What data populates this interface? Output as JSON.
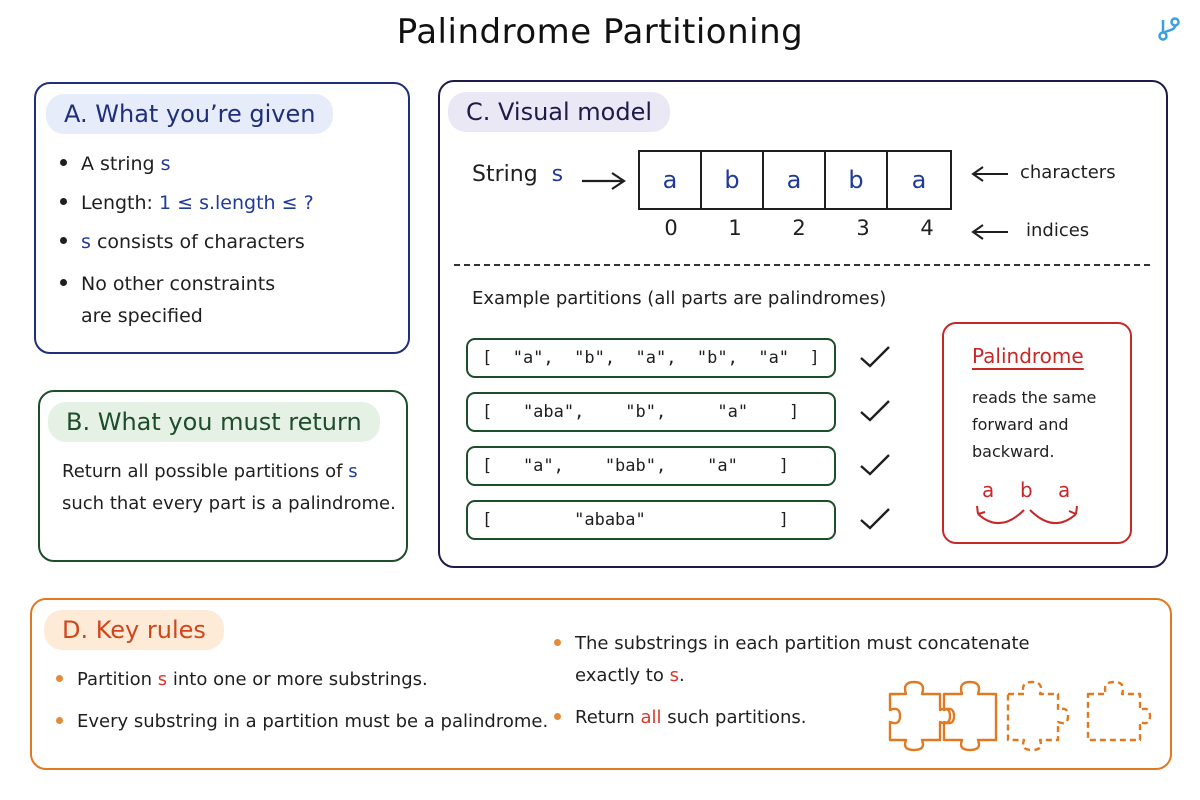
{
  "title": "Palindrome Partitioning",
  "card_a": {
    "heading": "A. What you’re given",
    "bullet1_text": "A string ",
    "bullet1_var": "s",
    "bullet2_text": "Length: ",
    "bullet2_value": "1 ≤ s.length ≤ ?",
    "bullet3_var": "s",
    "bullet3_text": " consists of characters",
    "bullet4_line1": "No other constraints",
    "bullet4_line2": "are specified"
  },
  "card_b": {
    "heading": "B. What you must return",
    "text_before": "Return all possible partitions of ",
    "var": "s",
    "text_after": " such that every part is a palindrome."
  },
  "card_c": {
    "heading": "C. Visual model",
    "string_label": "String",
    "string_var": "s",
    "characters": [
      "a",
      "b",
      "a",
      "b",
      "a"
    ],
    "indices": [
      "0",
      "1",
      "2",
      "3",
      "4"
    ],
    "characters_label": "characters",
    "indices_label": "indices",
    "examples_title": "Example partitions  (all parts are palindromes)",
    "partitions": [
      "[  \"a\",  \"b\",  \"a\",  \"b\",  \"a\"  ]",
      "[   \"aba\",    \"b\",     \"a\"    ]",
      "[   \"a\",    \"bab\",    \"a\"    ]",
      "[        \"ababa\"             ]"
    ],
    "palindrome_box": {
      "title": "Palindrome",
      "description": "reads the same forward and backward.",
      "letters": [
        "a",
        "b",
        "a"
      ]
    }
  },
  "card_d": {
    "heading": "D. Key rules",
    "rule1_before": "Partition ",
    "rule1_var": "s",
    "rule1_after": " into one or more substrings.",
    "rule2": "Every substring in a partition must be a palindrome.",
    "rule3_line1": "The substrings in each partition must concatenate",
    "rule3_line2_before": "exactly to ",
    "rule3_var": "s",
    "rule3_line2_after": ".",
    "rule4_before": "Return ",
    "rule4_highlight": "all",
    "rule4_after": " such partitions."
  },
  "icons": {
    "logo": "branch-logo-icon",
    "arrow": "arrow-icon",
    "check": "checkmark-icon",
    "puzzle": "puzzle-pieces-icon"
  },
  "colors": {
    "card_a": "#1f2f7a",
    "card_b": "#1e4d2b",
    "card_c": "#1e1b4b",
    "card_d": "#e07a22",
    "accent_blue": "#1f3a9a",
    "accent_red": "#d33a2a",
    "logo": "#3aa0e0"
  }
}
